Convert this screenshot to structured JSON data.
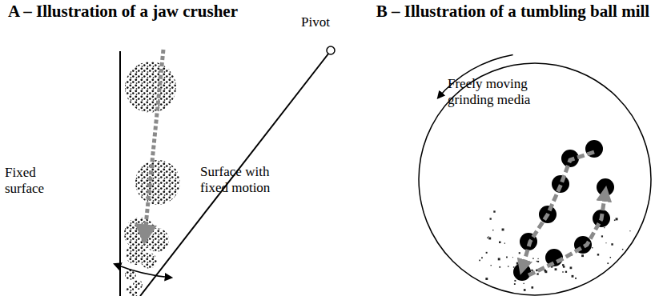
{
  "diagram": {
    "labels": [
      "A – Illustration of a jaw crusher",
      "B – Illustration of a tumbling ball mill",
      "Pivot",
      "Fixed surface",
      "Surface with fixed motion",
      "Freely moving grinding media"
    ]
  }
}
